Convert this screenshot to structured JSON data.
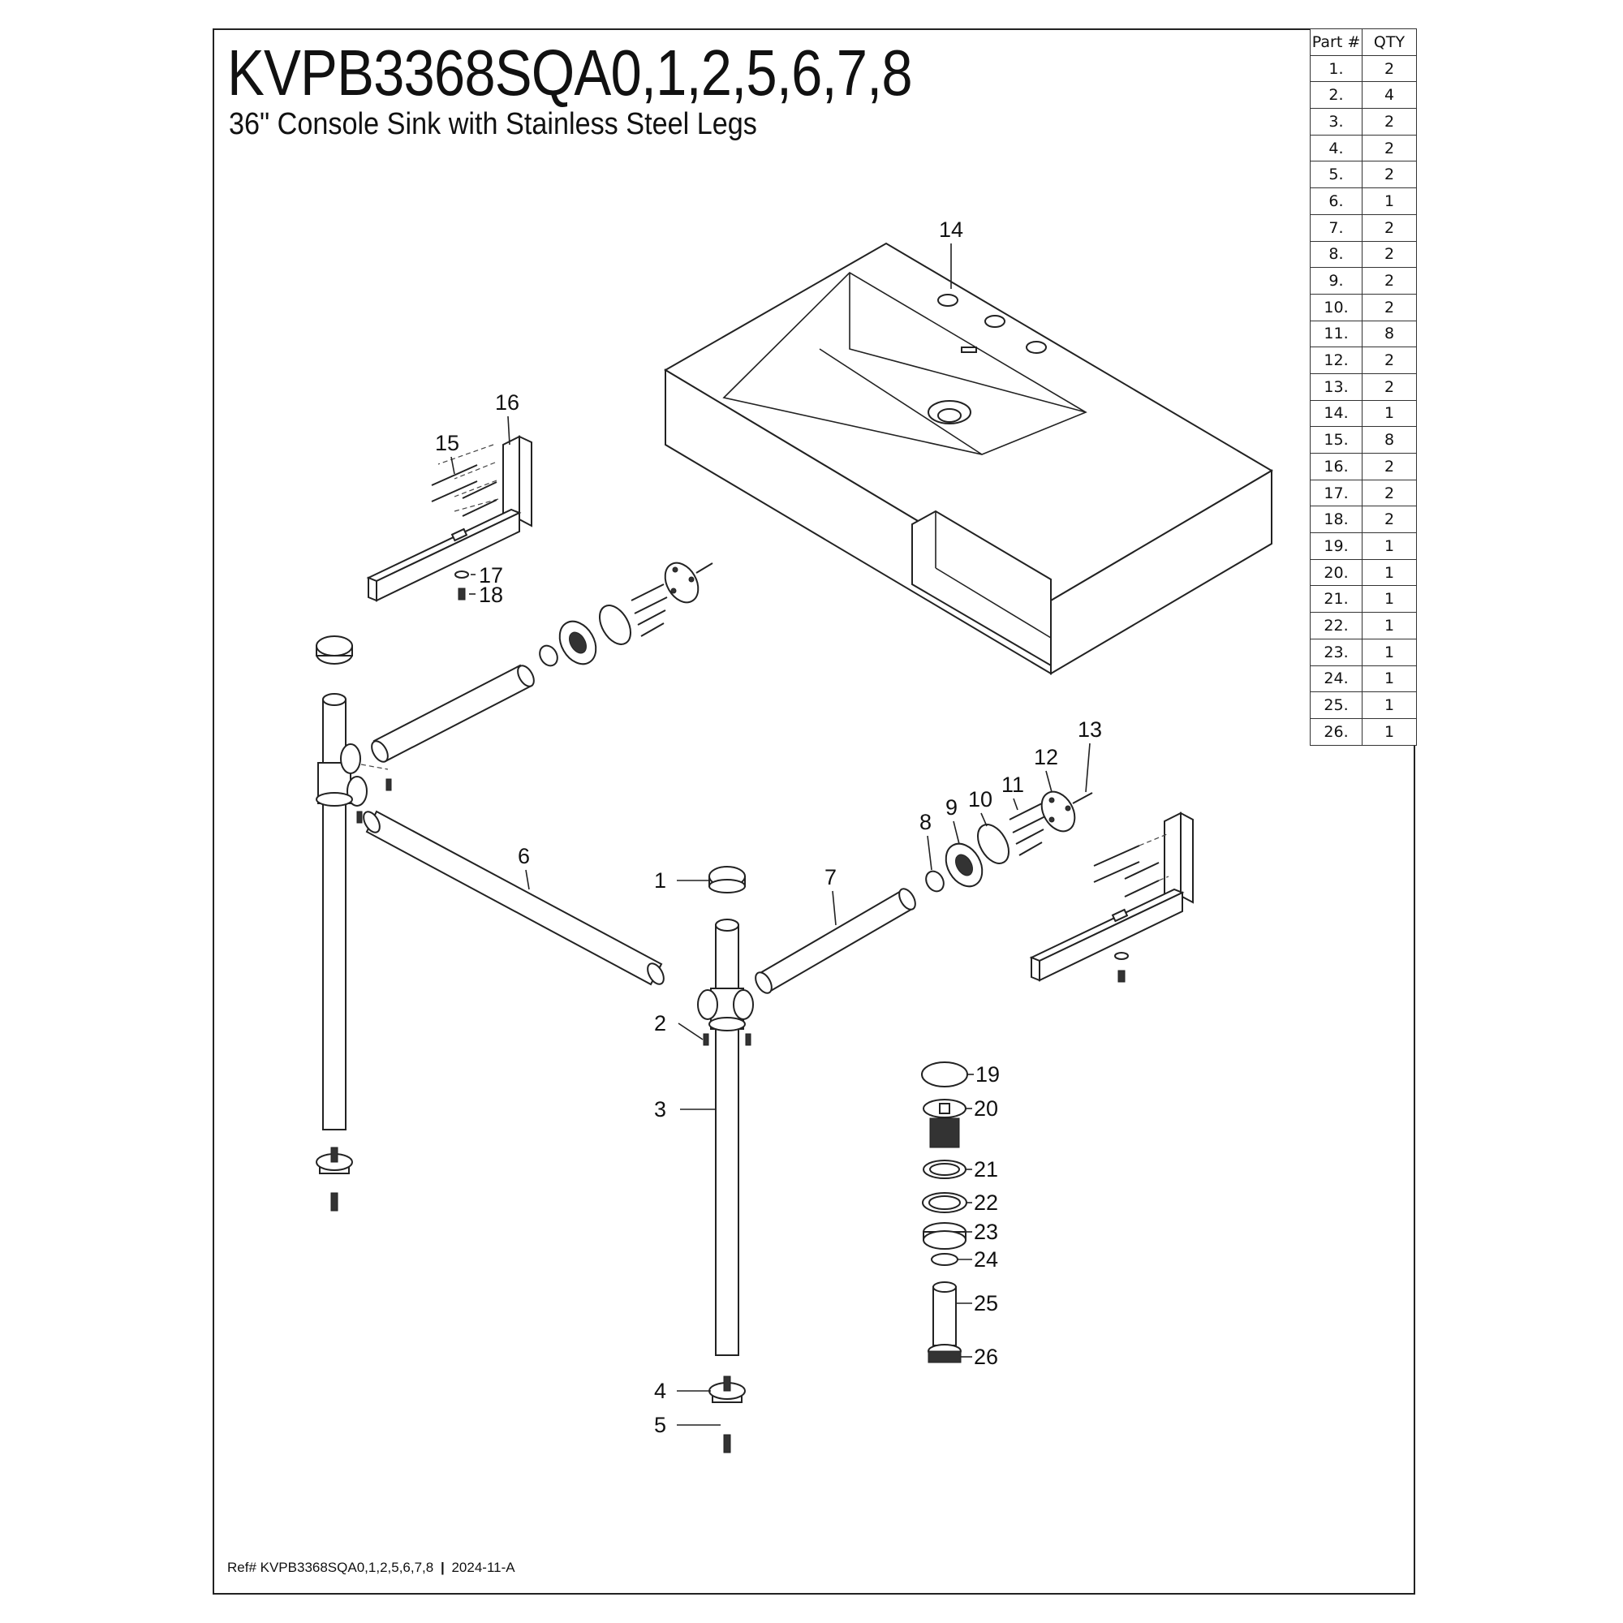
{
  "header": {
    "title": "KVPB3368SQA0,1,2,5,6,7,8",
    "subtitle": "36\" Console Sink with Stainless Steel Legs"
  },
  "parts_table": {
    "headers": [
      "Part #",
      "QTY"
    ],
    "rows": [
      [
        "1.",
        "2"
      ],
      [
        "2.",
        "4"
      ],
      [
        "3.",
        "2"
      ],
      [
        "4.",
        "2"
      ],
      [
        "5.",
        "2"
      ],
      [
        "6.",
        "1"
      ],
      [
        "7.",
        "2"
      ],
      [
        "8.",
        "2"
      ],
      [
        "9.",
        "2"
      ],
      [
        "10.",
        "2"
      ],
      [
        "11.",
        "8"
      ],
      [
        "12.",
        "2"
      ],
      [
        "13.",
        "2"
      ],
      [
        "14.",
        "1"
      ],
      [
        "15.",
        "8"
      ],
      [
        "16.",
        "2"
      ],
      [
        "17.",
        "2"
      ],
      [
        "18.",
        "2"
      ],
      [
        "19.",
        "1"
      ],
      [
        "20.",
        "1"
      ],
      [
        "21.",
        "1"
      ],
      [
        "22.",
        "1"
      ],
      [
        "23.",
        "1"
      ],
      [
        "24.",
        "1"
      ],
      [
        "25.",
        "1"
      ],
      [
        "26.",
        "1"
      ]
    ]
  },
  "callouts": {
    "c1": "1",
    "c2": "2",
    "c3": "3",
    "c4": "4",
    "c5": "5",
    "c6": "6",
    "c7": "7",
    "c8": "8",
    "c9": "9",
    "c10": "10",
    "c11": "11",
    "c12": "12",
    "c13": "13",
    "c14": "14",
    "c15": "15",
    "c16": "16",
    "c17": "17",
    "c18": "18",
    "c19": "19",
    "c20": "20",
    "c21": "21",
    "c22": "22",
    "c23": "23",
    "c24": "24",
    "c25": "25",
    "c26": "26"
  },
  "footer": {
    "ref": "Ref# KVPB3368SQA0,1,2,5,6,7,8",
    "separator": "|",
    "date": "2024-11-A"
  }
}
